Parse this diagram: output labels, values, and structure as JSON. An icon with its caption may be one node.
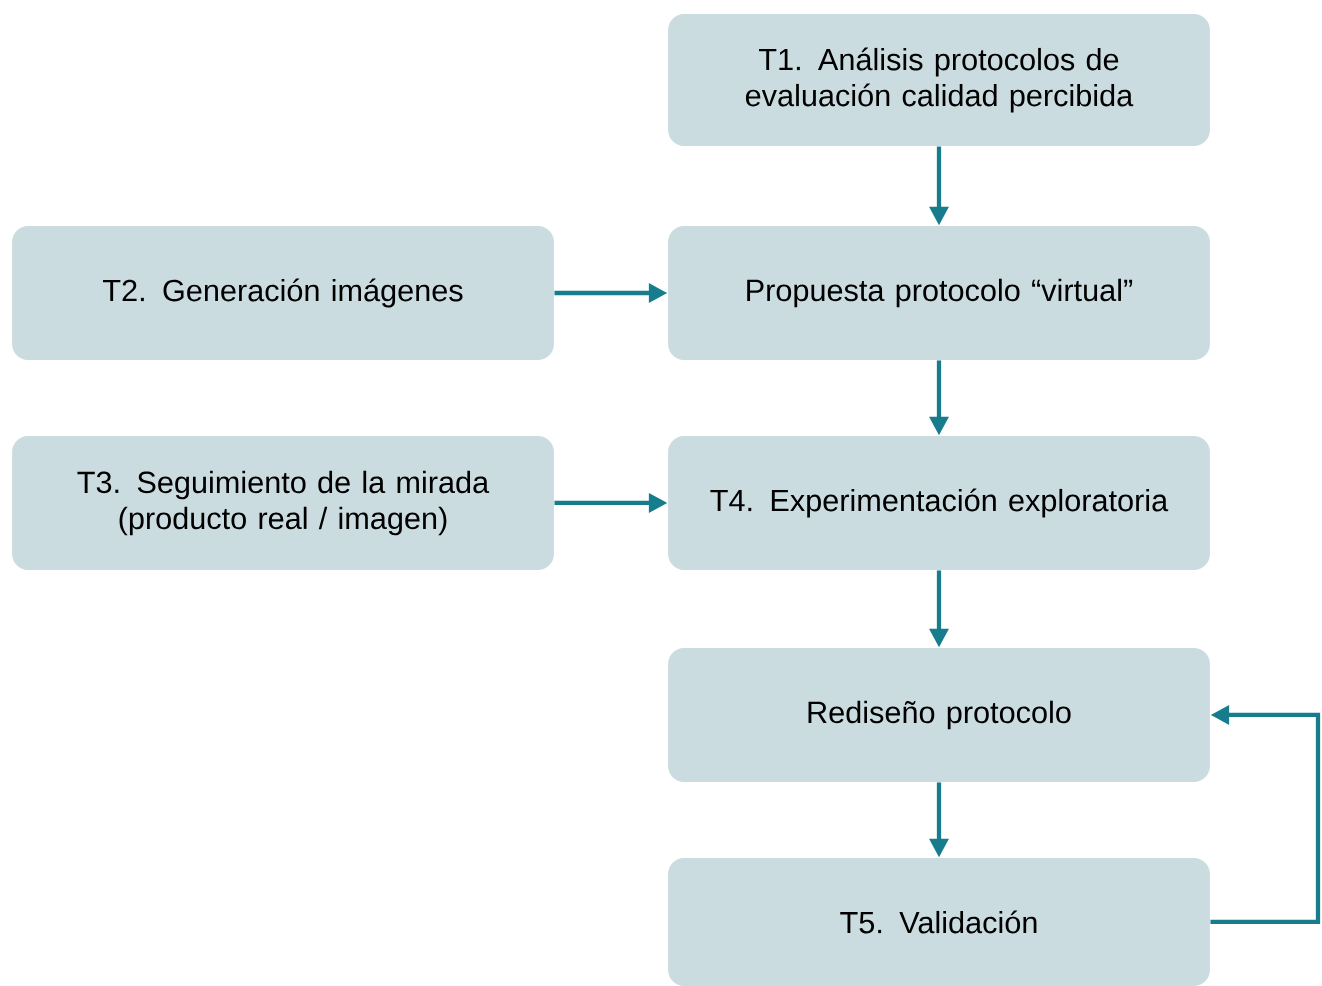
{
  "diagram": {
    "nodes": [
      {
        "text": [
          "T1. Análisis protocolos de evaluación calidad percibida"
        ]
      },
      {
        "text": [
          "T2.  Generación imágenes"
        ]
      },
      {
        "text": [
          "Propuesta protocolo “virtual”"
        ]
      },
      {
        "text": [
          "T3. Seguimiento de la mirada (producto real / imagen)"
        ]
      },
      {
        "text": [
          "T4. Experimentación exploratoria"
        ]
      },
      {
        "text": [
          "Rediseño protocolo"
        ]
      },
      {
        "text": [
          "T5. Validación"
        ]
      }
    ],
    "edges": [
      {
        "from": 0,
        "to": 2,
        "arrow": "to"
      },
      {
        "from": 1,
        "to": 2,
        "arrow": "to"
      },
      {
        "from": 2,
        "to": 4,
        "arrow": "to"
      },
      {
        "from": 3,
        "to": 4,
        "arrow": "to"
      },
      {
        "from": 4,
        "to": 5,
        "arrow": "to"
      },
      {
        "from": 5,
        "to": 6,
        "arrow": "to"
      },
      {
        "from": 6,
        "to": 5,
        "arrow": "to"
      }
    ]
  }
}
